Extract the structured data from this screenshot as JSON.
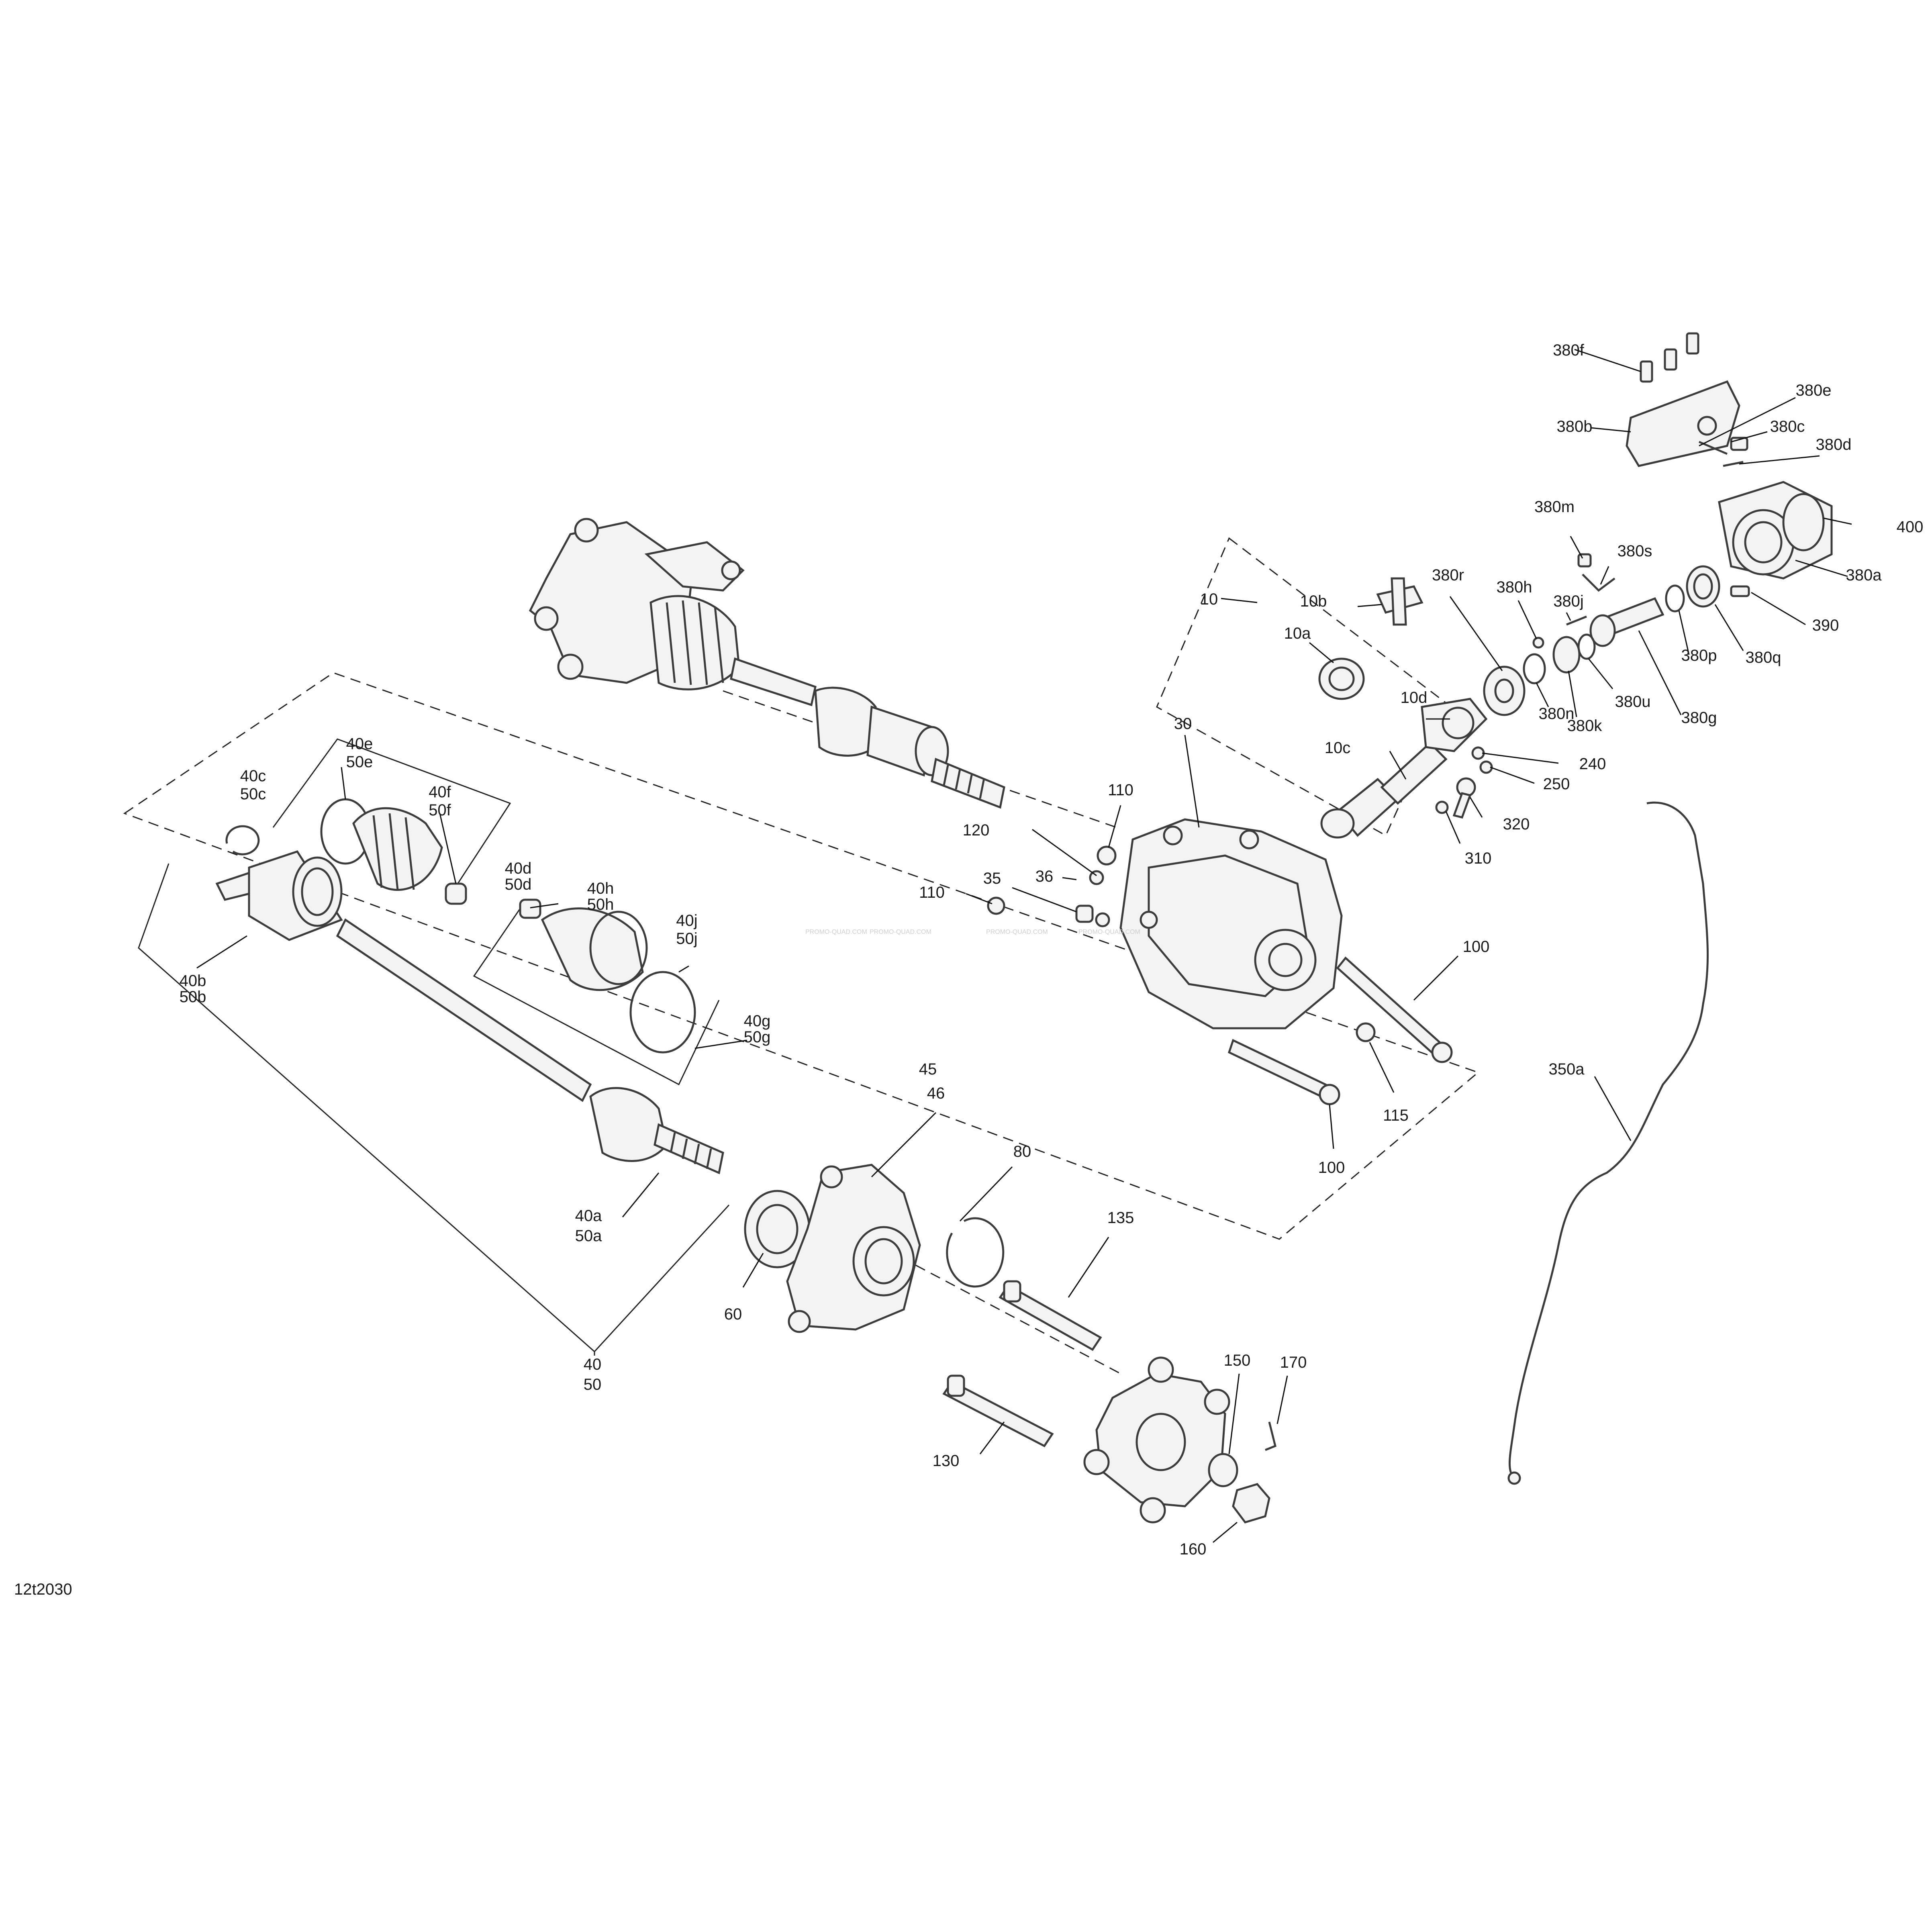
{
  "diagram_code": "12t2030",
  "watermark": "PROMO-QUAD.COM",
  "labels": {
    "l10": "10",
    "l10a": "10a",
    "l10b": "10b",
    "l10c": "10c",
    "l10d": "10d",
    "l30": "30",
    "l35": "35",
    "l36": "36",
    "l40": "40",
    "l50": "50",
    "l40a": "40a",
    "l50a": "50a",
    "l40b": "40b",
    "l50b": "50b",
    "l40c": "40c",
    "l50c": "50c",
    "l40d": "40d",
    "l50d": "50d",
    "l40e": "40e",
    "l50e": "50e",
    "l40f": "40f",
    "l50f": "50f",
    "l40g": "40g",
    "l50g": "50g",
    "l40h": "40h",
    "l50h": "50h",
    "l40j": "40j",
    "l50j": "50j",
    "l45": "45",
    "l46": "46",
    "l60": "60",
    "l80": "80",
    "l100a": "100",
    "l100b": "100",
    "l110a": "110",
    "l110b": "110",
    "l115": "115",
    "l120": "120",
    "l130": "130",
    "l135": "135",
    "l150": "150",
    "l160": "160",
    "l170": "170",
    "l240": "240",
    "l250": "250",
    "l310": "310",
    "l320": "320",
    "l350a": "350a",
    "l380a": "380a",
    "l380b": "380b",
    "l380c": "380c",
    "l380d": "380d",
    "l380e": "380e",
    "l380f": "380f",
    "l380g": "380g",
    "l380h": "380h",
    "l380j": "380j",
    "l380k": "380k",
    "l380m": "380m",
    "l380n": "380n",
    "l380p": "380p",
    "l380q": "380q",
    "l380r": "380r",
    "l380s": "380s",
    "l380u": "380u",
    "l390": "390",
    "l400": "400"
  }
}
